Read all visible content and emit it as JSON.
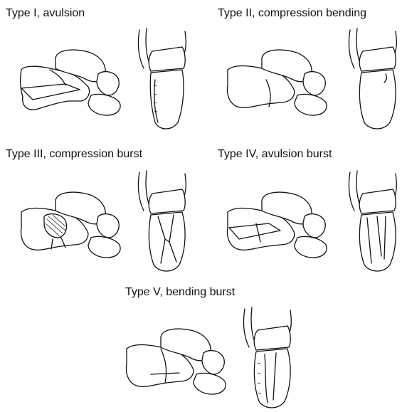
{
  "panels": [
    {
      "label": "Type I, avulsion"
    },
    {
      "label": "Type II, compression bending"
    },
    {
      "label": "Type III, compression burst"
    },
    {
      "label": "Type IV, avulsion burst"
    },
    {
      "label": "Type V, bending burst"
    }
  ]
}
